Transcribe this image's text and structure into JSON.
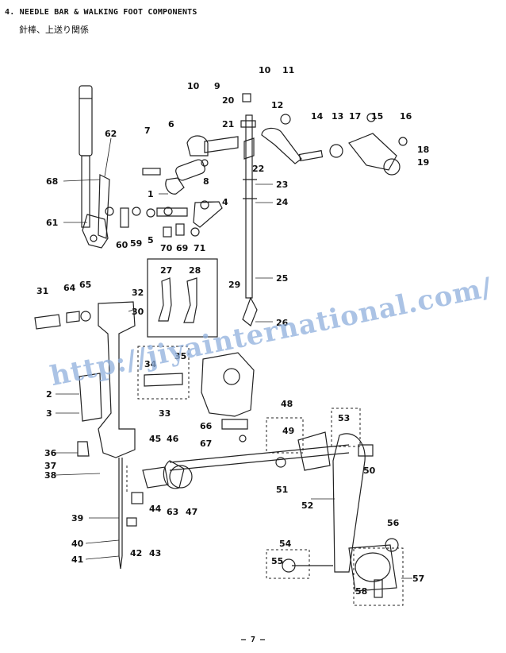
{
  "header": {
    "title": "4. NEEDLE BAR & WALKING FOOT COMPONENTS",
    "subtitle": "針棒、上送り関係"
  },
  "watermark": "http://jiyainternational.com/",
  "page_number": "— 7 —",
  "callouts": {
    "c1": "1",
    "c2": "2",
    "c3": "3",
    "c4": "4",
    "c5": "5",
    "c6": "6",
    "c7": "7",
    "c8": "8",
    "c9": "9",
    "c10": "10",
    "c10b": "10",
    "c11": "11",
    "c12": "12",
    "c13": "13",
    "c14": "14",
    "c15": "15",
    "c16": "16",
    "c17": "17",
    "c18": "18",
    "c19": "19",
    "c20": "20",
    "c21": "21",
    "c22": "22",
    "c23": "23",
    "c24": "24",
    "c25": "25",
    "c26": "26",
    "c27": "27",
    "c28": "28",
    "c29": "29",
    "c30": "30",
    "c31": "31",
    "c32": "32",
    "c33": "33",
    "c34": "34",
    "c35": "35",
    "c36": "36",
    "c37": "37",
    "c38": "38",
    "c39": "39",
    "c40": "40",
    "c41": "41",
    "c42": "42",
    "c43": "43",
    "c44": "44",
    "c45": "45",
    "c46": "46",
    "c47": "47",
    "c48": "48",
    "c49": "49",
    "c50": "50",
    "c51": "51",
    "c52": "52",
    "c53": "53",
    "c54": "54",
    "c55": "55",
    "c56": "56",
    "c57": "57",
    "c58": "58",
    "c59": "59",
    "c60": "60",
    "c61": "61",
    "c62": "62",
    "c63": "63",
    "c64": "64",
    "c65": "65",
    "c66": "66",
    "c67": "67",
    "c68": "68",
    "c69": "69",
    "c70": "70",
    "c71": "71"
  }
}
